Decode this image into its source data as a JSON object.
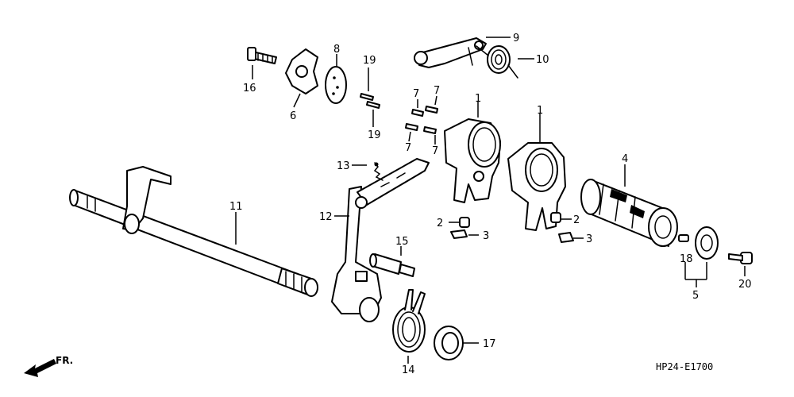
{
  "callouts": {
    "c1a": "1",
    "c1b": "1",
    "c2a": "2",
    "c2b": "2",
    "c3a": "3",
    "c3b": "3",
    "c4": "4",
    "c5": "5",
    "c6": "6",
    "c7a": "7",
    "c7b": "7",
    "c7c": "7",
    "c7d": "7",
    "c8": "8",
    "c9": "9",
    "c10": "10",
    "c11": "11",
    "c12": "12",
    "c13": "13",
    "c14": "14",
    "c15": "15",
    "c16": "16",
    "c17": "17",
    "c18": "18",
    "c19a": "19",
    "c19b": "19",
    "c20": "20"
  },
  "diagram_code": "HP24-E1700",
  "front_label": "FR."
}
